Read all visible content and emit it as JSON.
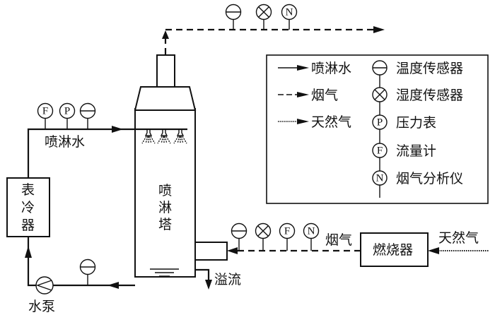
{
  "labels": {
    "spray_water": "喷淋水",
    "cooler_chars": [
      "表",
      "冷",
      "器"
    ],
    "pump": "水泵",
    "tower_chars": [
      "喷",
      "淋",
      "塔"
    ],
    "overflow": "溢流",
    "flue_gas": "烟气",
    "burner": "燃烧器",
    "natural_gas": "天然气"
  },
  "sensors": {
    "exhaust_line": [
      "temperature",
      "humidity",
      "analyzer"
    ],
    "spray_water_line": [
      "flow",
      "pressure",
      "temperature"
    ],
    "return_line": [
      "temperature"
    ],
    "flue_inlet_line": [
      "temperature",
      "humidity",
      "flow",
      "analyzer"
    ]
  },
  "symbol_letters": {
    "pressure": "P",
    "flow": "F",
    "analyzer": "N"
  },
  "legend": {
    "lines": [
      {
        "style": "solid",
        "label": "喷淋水"
      },
      {
        "style": "dashed",
        "label": "烟气"
      },
      {
        "style": "dotted",
        "label": "天然气"
      }
    ],
    "symbols": [
      {
        "type": "temperature",
        "label": "温度传感器"
      },
      {
        "type": "humidity",
        "label": "湿度传感器"
      },
      {
        "type": "pressure",
        "label": "压力表"
      },
      {
        "type": "flow",
        "label": "流量计"
      },
      {
        "type": "analyzer",
        "label": "烟气分析仪"
      }
    ]
  }
}
